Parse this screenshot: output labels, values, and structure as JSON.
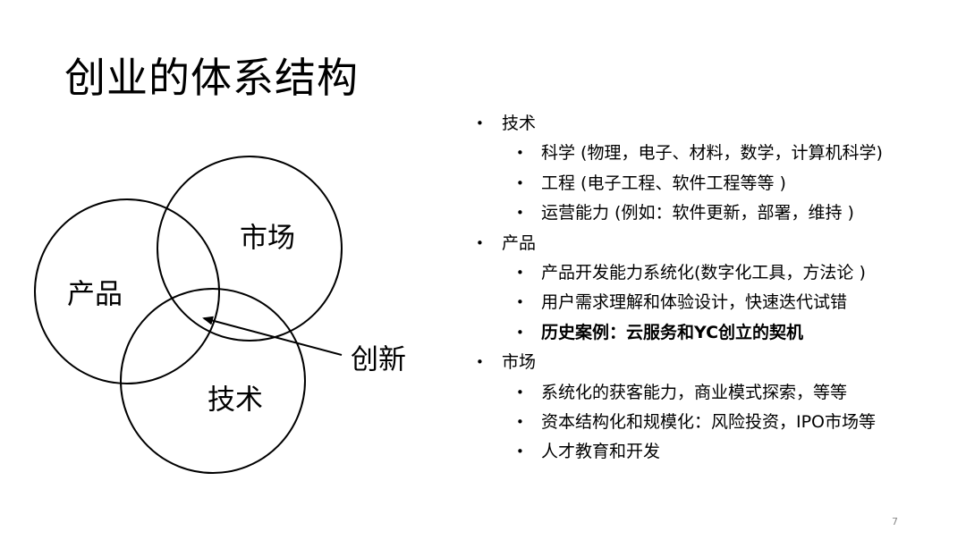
{
  "slide": {
    "title": "创业的体系结构",
    "page_number": "7"
  },
  "diagram": {
    "circles": {
      "product": "产品",
      "market": "市场",
      "tech": "技术"
    },
    "pointer_label": "创新"
  },
  "bullets": [
    {
      "level": 1,
      "text": "技术",
      "bold": false
    },
    {
      "level": 2,
      "text": "科学 (物理，电子、材料，数学，计算机科学)",
      "bold": false
    },
    {
      "level": 2,
      "text": "工程 (电子工程、软件工程等等 )",
      "bold": false
    },
    {
      "level": 2,
      "text": "运营能力 (例如：软件更新，部署，维持 )",
      "bold": false
    },
    {
      "level": 1,
      "text": "产品",
      "bold": false
    },
    {
      "level": 2,
      "text": "产品开发能力系统化(数字化工具，方法论 )",
      "bold": false
    },
    {
      "level": 2,
      "text": "用户需求理解和体验设计，快速迭代试错",
      "bold": false
    },
    {
      "level": 2,
      "text": "历史案例：云服务和YC创立的契机",
      "bold": true
    },
    {
      "level": 1,
      "text": "市场",
      "bold": false
    },
    {
      "level": 2,
      "text": "系统化的获客能力，商业模式探索，等等",
      "bold": false
    },
    {
      "level": 2,
      "text": "资本结构化和规模化：风险投资，IPO市场等",
      "bold": false
    },
    {
      "level": 2,
      "text": "人才教育和开发",
      "bold": false
    }
  ]
}
